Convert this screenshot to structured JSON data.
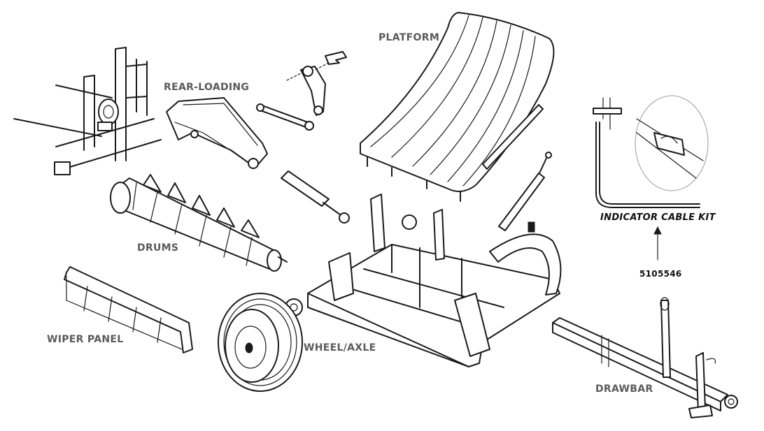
{
  "labels": {
    "platform": "PLATFORM",
    "rear_loading": "REAR-LOADING",
    "drums": "DRUMS",
    "wiper_panel": "WIPER PANEL",
    "wheel_axle": "WHEEL/AXLE",
    "drawbar": "DRAWBAR",
    "indicator_cable_kit": "INDICATOR CABLE KIT",
    "part_number": "5105546"
  }
}
